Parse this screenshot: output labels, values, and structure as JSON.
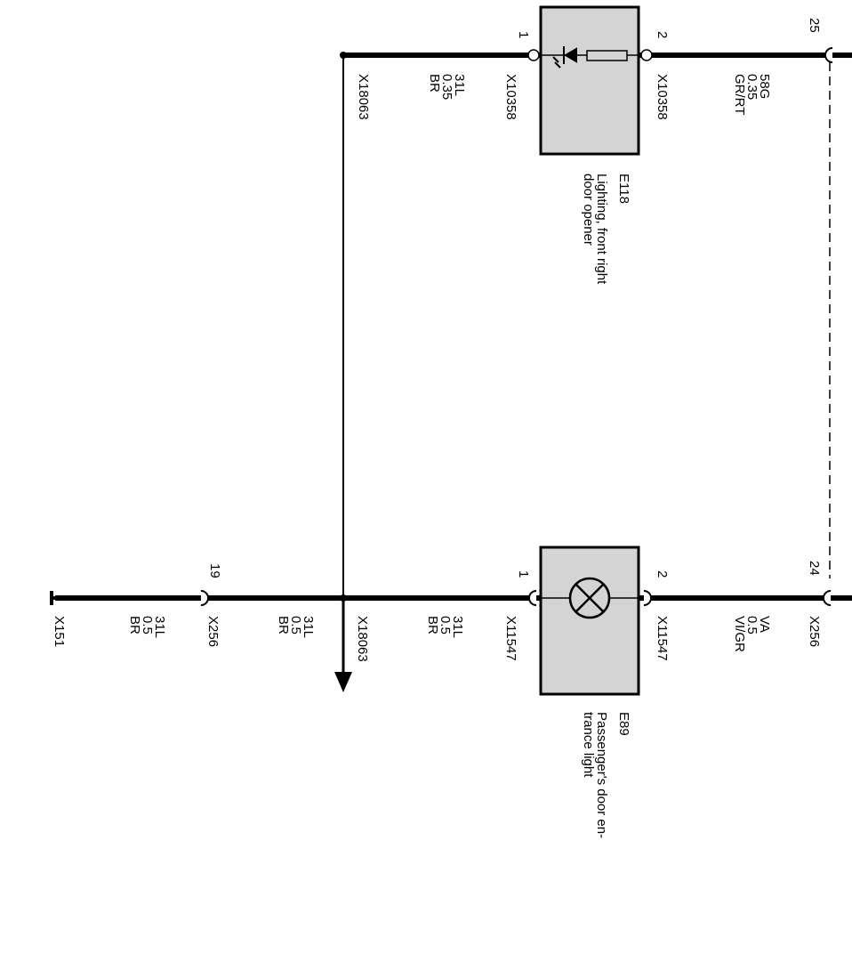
{
  "components": {
    "e118": {
      "id": "E118",
      "desc": [
        "Lighting, front right",
        "door opener"
      ],
      "pin1": "1",
      "pin2": "2",
      "conn_left": "X10358",
      "conn_right": "X10358"
    },
    "e89": {
      "id": "E89",
      "desc": [
        "Passenger's door en-",
        "trance light"
      ],
      "pin1": "1",
      "pin2": "2",
      "conn_left": "X11547",
      "conn_right": "X11547"
    }
  },
  "top_wire": {
    "ground_junction": "X18063",
    "left_wire": [
      "31L",
      "0.35",
      "BR"
    ],
    "right_wire": [
      "58G",
      "0.35",
      "GR/RT"
    ],
    "pin": "25"
  },
  "bottom_wire": {
    "end_connector": "X151",
    "seg1": [
      "31L",
      "0.5",
      "BR"
    ],
    "conn1": "X256",
    "conn1_pin": "19",
    "seg2": [
      "31L",
      "0.5",
      "BR"
    ],
    "junction": "X18063",
    "seg3": [
      "31L",
      "0.5",
      "BR"
    ],
    "right_wire": [
      "VA",
      "0.5",
      "VI/GR"
    ],
    "conn2": "X256",
    "conn2_pin": "24"
  },
  "colors": {
    "box_fill": "#d4d4d4",
    "line": "#000000"
  }
}
